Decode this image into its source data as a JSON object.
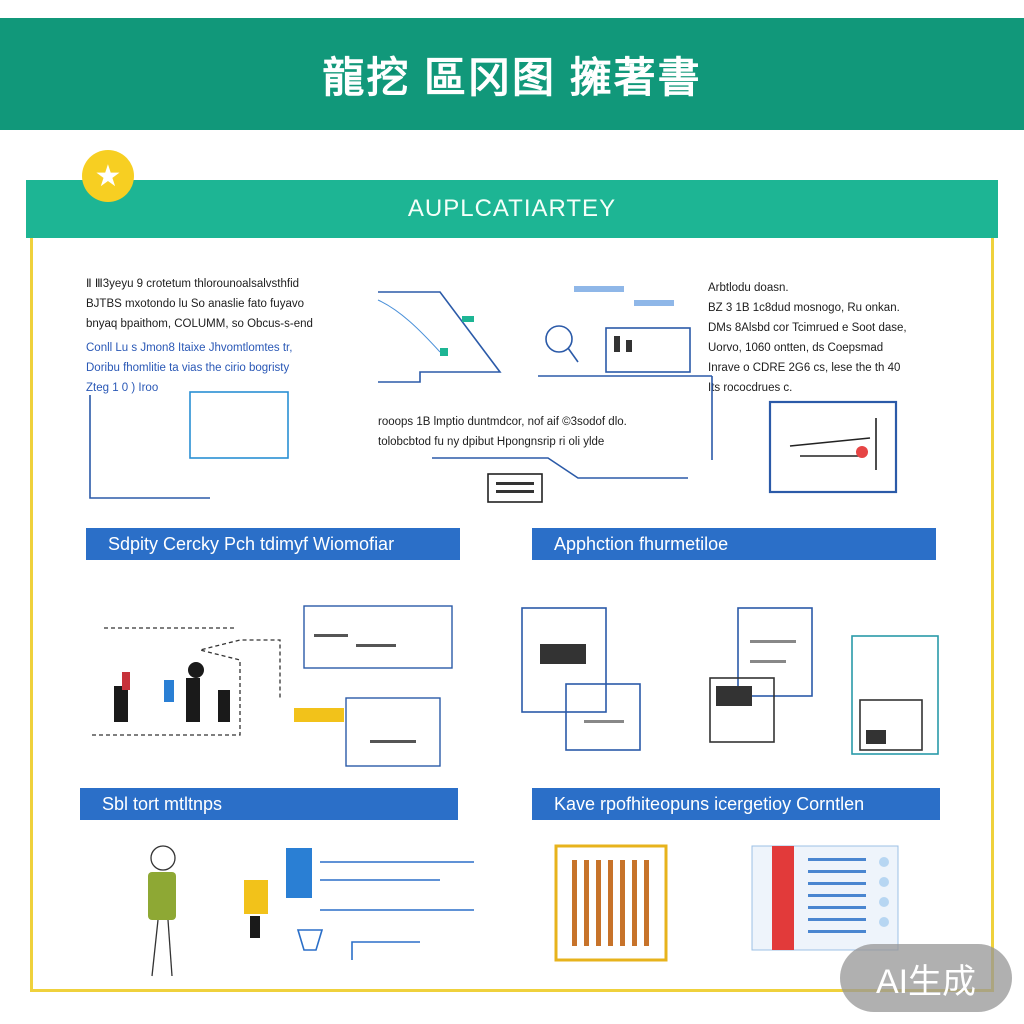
{
  "header": {
    "title": "龍挖 區冈图 擁著書"
  },
  "banner": {
    "title": "AUPLCATIARTEY",
    "badge_icon": "star-icon"
  },
  "intro": {
    "left_text": "Ⅱ Ⅲ3yeyu 9 crotetum thlorounoalsalvsthfid\nBJTBS mxotondo lu So anaslie fato fuyavo\nbnyaq bpaithom, COLUMM, so Obcus-s-end",
    "left_text_blue": "Conll Lu s Jmon8 Itaixe Jhvomtlomtes tr,\nDoribu fhomlitie ta vias the cirio bogristy\nZteg 1 0 ) Iroo",
    "right_text": "Arbtlodu doasn.\nBZ 3 1B 1c8dud mosnogo, Ru onkan.\nDMs 8Alsbd cor Tcimrued e Soot dase,\nUorvo, 1060 ontten, ds Coepsmad\nInrave o CDRE 2G6 cs, lese the th 40\nIts rococdrues c.",
    "middle_caption": "rooops 1B lmptio duntmdcor, nof aif ©3sodof dlo.\ntolobcbtod fu ny dpibut Hpongnsrip ri oli ylde"
  },
  "sections": [
    {
      "title": "Sdpity Cercky Pch tdimyf Wiomofiar"
    },
    {
      "title": "Apphction fhurmetiloe"
    },
    {
      "title": "Sbl tort mtltnps"
    },
    {
      "title": "Kave rpofhiteopuns icergetioy  Corntlen"
    }
  ],
  "watermark": {
    "text": "AI生成"
  },
  "colors": {
    "top_banner": "#11987a",
    "sub_banner": "#1db594",
    "section_bar": "#2b6fc8",
    "frame": "#efd13c",
    "badge": "#f7cf22"
  }
}
